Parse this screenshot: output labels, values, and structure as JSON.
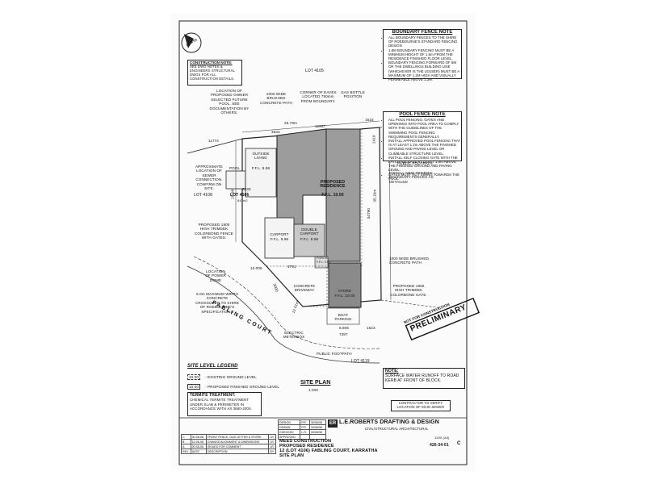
{
  "north": "NORTH",
  "construction_note": {
    "title": "CONSTRUCTION NOTE:",
    "text": "SEE DWG NOTES & ENGINEERS STRUCTURAL DWGS FOR ALL CONSTRUCTION DETAILS."
  },
  "boundary_fence_note": {
    "title": "BOUNDARY FENCE NOTE",
    "items": [
      "ALL BOUNDARY FENCES TO THE SHIRE OF ROEBOURNE'S STANDARD FENCING DESIGN",
      "1.8M BOUNDARY FENCING MUST BE A MINIMUM HEIGHT OF 1.6m FROM THE RESIDENCE FINISHED FLOOR LEVEL.",
      "BOUNDARY FENCING FORWARD OF 6M OR THE DWELLINGS BUILDING LINE (WHICHEVER IS THE LESSER) MUST BE A MAXIMUM OF 1.2M HIGH AND VISUALLY PERMEABLE ABOVE 1.2M."
    ]
  },
  "pool_fence_note": {
    "title": "POOL FENCE NOTE",
    "items": [
      "ALL POOL FENCING, GATES AND OPENINGS INTO POOL AREA TO COMPLY WITH THE GUIDELINES OF THE SWIMMING POOL FENCING REQUIREMENTS GENERALLY.",
      "INSTALL APPROVED POOL FENCING THAT IS AT LEAST 1.2m ABOVE THE FINISHED GROUND AND PAVING LEVEL OR CLIMBABLE STRUCTURE LEVEL.",
      "INSTALL SELF CLOSING GATE WITH THE LATCH RELEASE AT LEAST 1.5m ABOVE THE FINISHED GROUND AND PAVING LEVEL.",
      "GATES MUST NOT SWING TOWARDS THE POOL."
    ]
  },
  "lots": {
    "top": "LOT 4105",
    "left": "LOT 4108",
    "main": "LOT 4106",
    "main_area": "847m2",
    "bottom": "LOT 4119"
  },
  "rooms": {
    "residence": "PROPOSED RESIDENCE",
    "residence_ffl": "F.F.L. 10.00",
    "pool": "POOL",
    "outside_living": "OUTSIDE LIVING",
    "outside_living_ffl": "F.F.L. 9.96",
    "carport": "CARPORT",
    "carport_ffl": "F.F.L. 9.96",
    "double_carport": "DOUBLE CARPORT",
    "double_carport_ffl": "F.F.L. 9.96",
    "porch": "PORCH",
    "porch_ffl": "F.F.L. 9.96",
    "store": "STORE",
    "store_ffl": "F.F.L. 10.00",
    "boat_parking": "BOAT PARKING",
    "concrete_driveway": "CONCRETE DRIVEWAY"
  },
  "street": "FABLING COURT",
  "callouts": {
    "pool_location": "LOCATION OF PROPOSED OWNER SELECTED FUTURE POOL. SEE DOCUMENTATION BY OTHERS.",
    "path_top": "1000 WIDE BRUSHED CONCRETE PATH",
    "eaves": "CORNER OF EAVES LOCATED 750mm FROM BOUNDARY.",
    "gas": "GAS BOTTLE POSITION",
    "sewer": "APPROXIMATE LOCATION OF SEWER CONNECTION. CONFIRM ON SITE.",
    "footpath_right": "PUBLIC FOOTPATH",
    "trimdek_new": "INSTALL NEW TRIMDEK BOUNDARY FENCES AS DETAILED",
    "trimdek_gates": "PROPOSED 1800 HIGH TRIMDEK COLORBOND FENCE WITH GATES.",
    "power_dome": "LOCATION OF POWER DOME",
    "path_right": "1000 WIDE BRUSHED CONCRETE PATH",
    "crossover": "6.0m MAXIMUM WIDTH CONCRETE CROSSOVER TO SHIRE OF ROEBOURNE'S SPECIFICATIONS",
    "trimdek_gate": "PROPOSED 1800 HIGH TRIMDEK COLORBOND GATE.",
    "meterbox": "ELECTRIC METERBOX",
    "footpath_bottom": "PUBLIC FOOTPATH"
  },
  "dimensions": {
    "d11774": "11774",
    "d3533": "3533",
    "d2578": "25.78m",
    "d12967": "12967",
    "d1516": "1516",
    "d2418": "2418",
    "d3518": "35.18m",
    "d34790": "34790",
    "d2599": "25.99",
    "d3230": "3230",
    "d10006": "10.006",
    "d4751": "4751",
    "d3000": "3000",
    "d1251": "12.51m",
    "d8806": "8.806",
    "d7397": "7397",
    "d1523": "1523"
  },
  "stamps": {
    "not_for_construction": "NOT FOR CONSTRUCTION",
    "preliminary": "PRELIMINARY"
  },
  "legend": {
    "title": "SITE LEVEL LEGEND",
    "existing_swatch": "10.00",
    "existing": "- EXISTING GROUND LEVEL",
    "proposed_swatch": "10.00",
    "proposed": "- PROPOSED FINISHED GROUND LEVEL"
  },
  "site_plan": {
    "title": "SITE PLAN",
    "scale": "1:200"
  },
  "water_note": {
    "title": "NOTE:",
    "text": "SURFACE WATER RUNOFF TO ROAD KERB AT FRONT OF BLOCK."
  },
  "termite": {
    "title": "TERMITE TREATMENT:",
    "text": "CHEMICAL TERMITE TREATMENT UNDER SLAB & PERIMETER IN ACCORDANCE WITH AS 3660-2000."
  },
  "sewer_note": "CONTRACTOR TO VERIFY LOCATION OF MAIN SEWER",
  "title_block": {
    "company": "L.E.ROBERTS DRAFTING & DESIGN",
    "company_sub": "CIVIL/STRUCTURAL ARCHITECTURAL",
    "logo": "ER",
    "client": "MEES CONSTRUCTION",
    "project": "PROPOSED RESIDENCE",
    "address": "12 (LOT 4106) FABLING COURT, KARRATHA",
    "sheet_title": "SITE PLAN",
    "scale": "1200 (A3)",
    "drawing_no": "426-34-01",
    "revision": "C",
    "roles": [
      "DESIGN",
      "DRAWN",
      "CHECKED",
      "APPROVED"
    ],
    "initials": [
      "P.R.",
      "P.R.",
      "L.R.",
      ""
    ],
    "dates": [
      "30/06/08",
      "30/06/08",
      "30/06/08",
      ""
    ],
    "revisions": [
      {
        "rev": "C",
        "date": "30-06-08",
        "desc": "FRONT FENCE, GAS LETTER & STORE",
        "by": "LR"
      },
      {
        "rev": "B",
        "date": "12-06-08",
        "desc": "CHANGE ALIGNMENT & DIMENSIONS",
        "by": "LR"
      },
      {
        "rev": "A",
        "date": "20-05-08",
        "desc": "ISSUED FOR COMMENT",
        "by": "LR"
      }
    ],
    "rev_headers": [
      "REV",
      "DATE",
      "DESCRIPTION",
      "BY"
    ]
  }
}
